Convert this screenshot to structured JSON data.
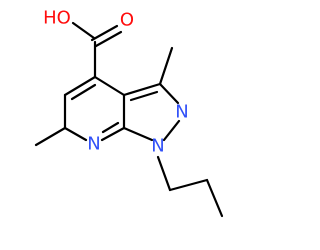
{
  "colors": {
    "background": "#ffffff",
    "carbon_bond": "#000000",
    "oxygen": "#ff0d0d",
    "nitrogen": "#3050f8"
  },
  "atoms": {
    "oh": "HO",
    "o_carbonyl": "O",
    "n_pyridine": "N",
    "n1": "N",
    "n2": "N"
  }
}
